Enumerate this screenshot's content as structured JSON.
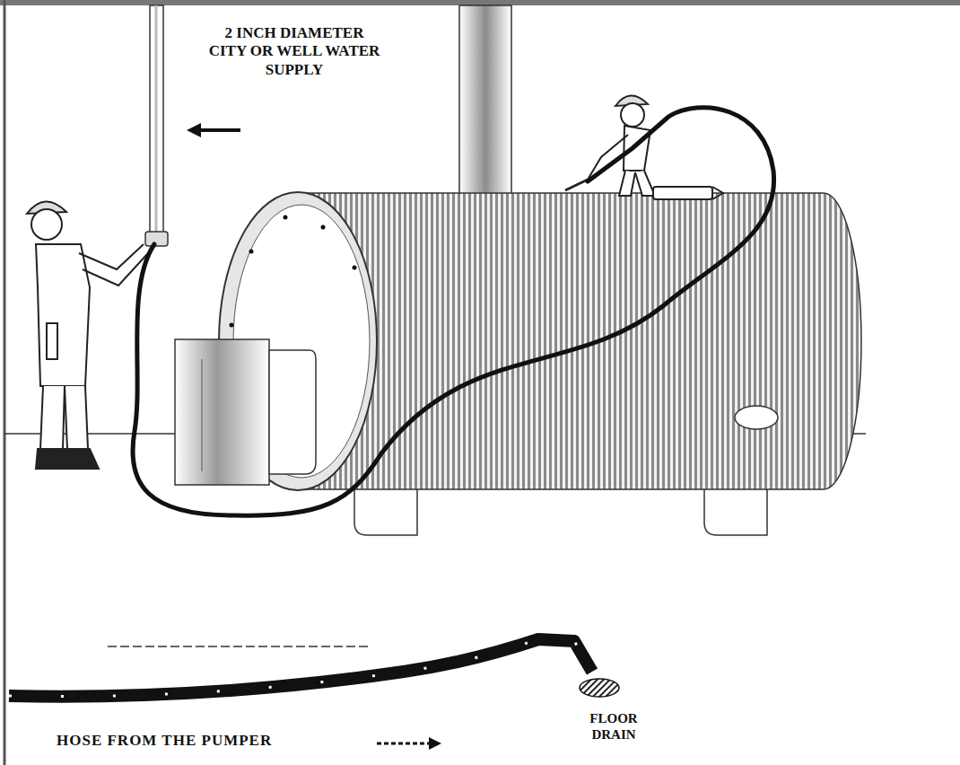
{
  "diagram": {
    "labels": [
      "2 INCH DIAMETER CITY OR WELL WATER SUPPLY",
      "HOSE FROM THE PUMPER",
      "FLOOR DRAIN"
    ]
  }
}
